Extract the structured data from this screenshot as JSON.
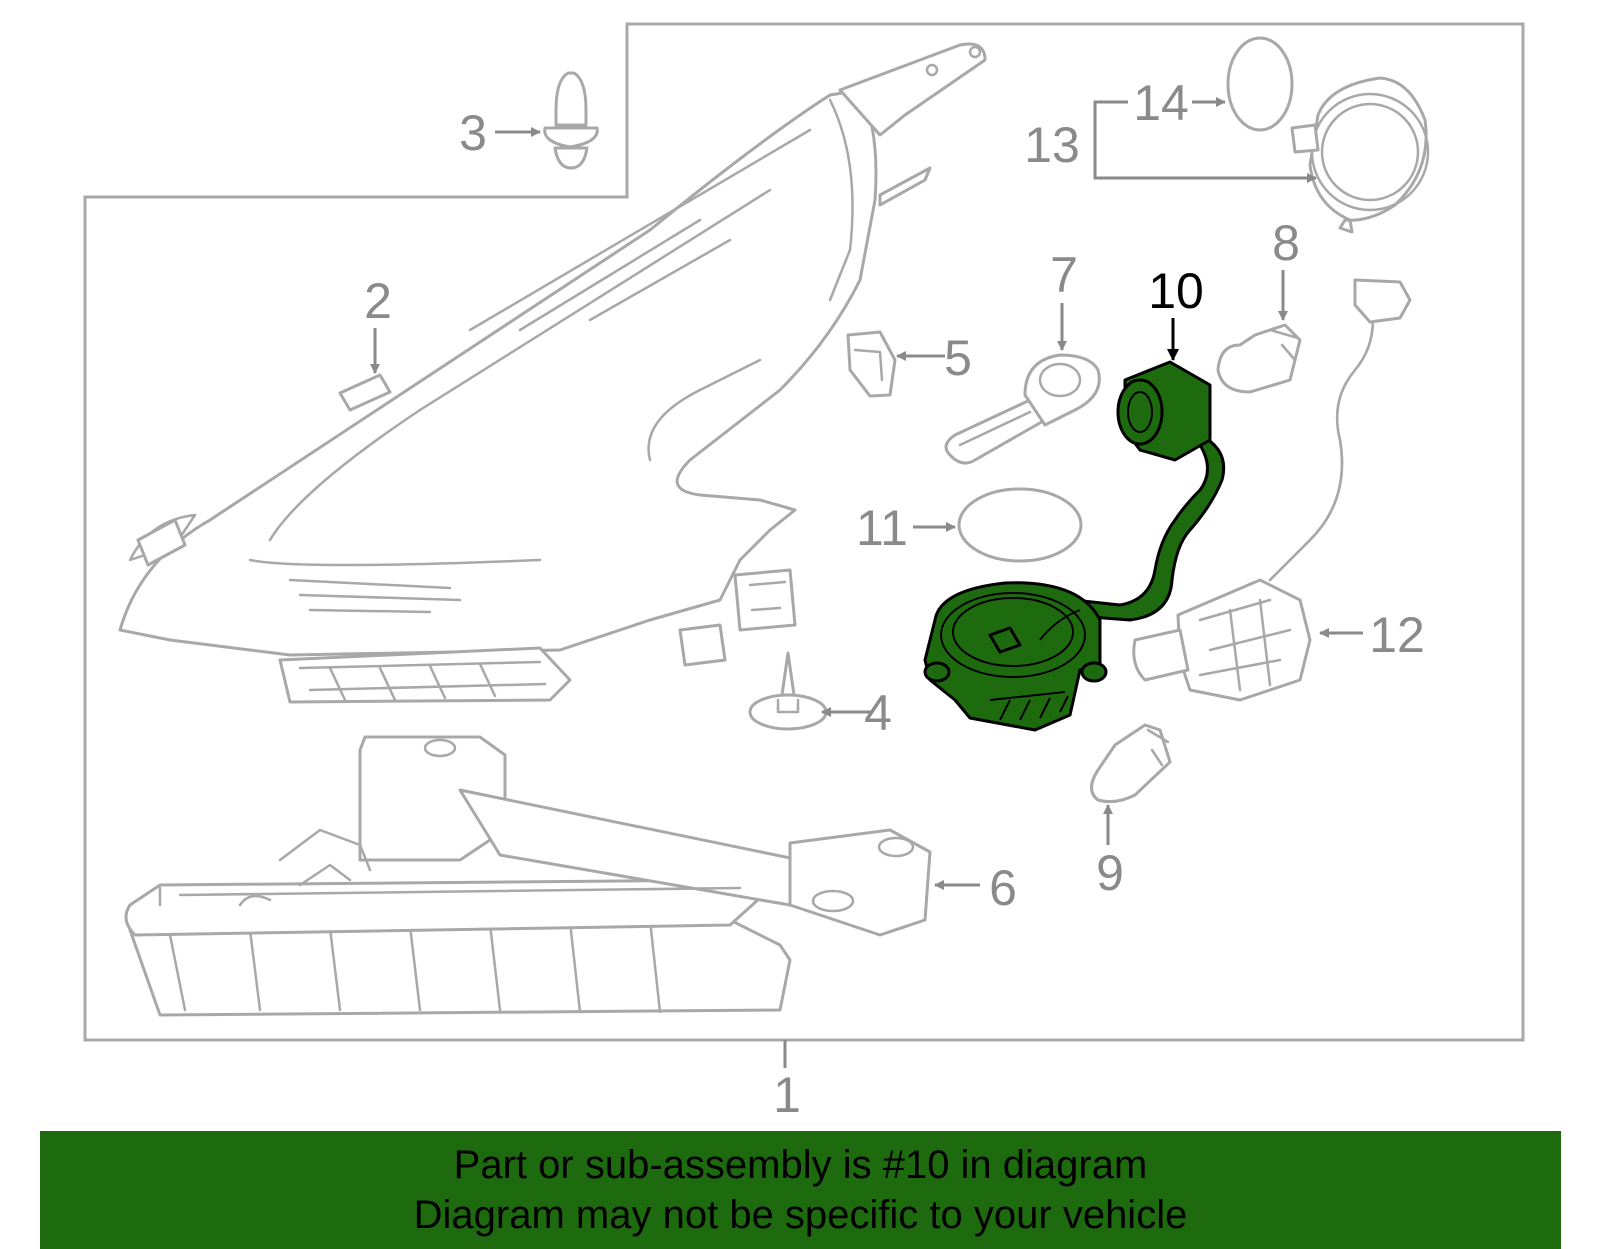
{
  "highlight_color": "#1e6b0f",
  "banner": {
    "line1": "Part or sub-assembly is #10 in diagram",
    "line2": "Diagram may not be specific to your vehicle"
  },
  "callouts": {
    "c1": "1",
    "c2": "2",
    "c3": "3",
    "c4": "4",
    "c5": "5",
    "c6": "6",
    "c7": "7",
    "c8": "8",
    "c9": "9",
    "c10": "10",
    "c11": "11",
    "c12": "12",
    "c13": "13",
    "c14": "14"
  }
}
